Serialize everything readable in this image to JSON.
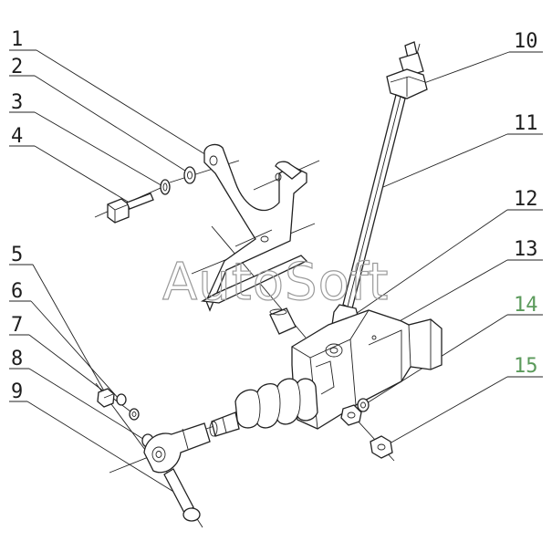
{
  "watermark": "AutoSoft",
  "callouts": [
    {
      "id": "c1",
      "label": "1",
      "color": "#1e1e1e"
    },
    {
      "id": "c2",
      "label": "2",
      "color": "#1e1e1e"
    },
    {
      "id": "c3",
      "label": "3",
      "color": "#1e1e1e"
    },
    {
      "id": "c4",
      "label": "4",
      "color": "#1e1e1e"
    },
    {
      "id": "c5",
      "label": "5",
      "color": "#1e1e1e"
    },
    {
      "id": "c6",
      "label": "6",
      "color": "#1e1e1e"
    },
    {
      "id": "c7",
      "label": "7",
      "color": "#1e1e1e"
    },
    {
      "id": "c8",
      "label": "8",
      "color": "#1e1e1e"
    },
    {
      "id": "c9",
      "label": "9",
      "color": "#1e1e1e"
    },
    {
      "id": "c10",
      "label": "10",
      "color": "#1e1e1e"
    },
    {
      "id": "c11",
      "label": "11",
      "color": "#1e1e1e"
    },
    {
      "id": "c12",
      "label": "12",
      "color": "#1e1e1e"
    },
    {
      "id": "c13",
      "label": "13",
      "color": "#1e1e1e"
    },
    {
      "id": "c14",
      "label": "14",
      "color": "#5b9a5b"
    },
    {
      "id": "c15",
      "label": "15",
      "color": "#5b9a5b"
    }
  ]
}
